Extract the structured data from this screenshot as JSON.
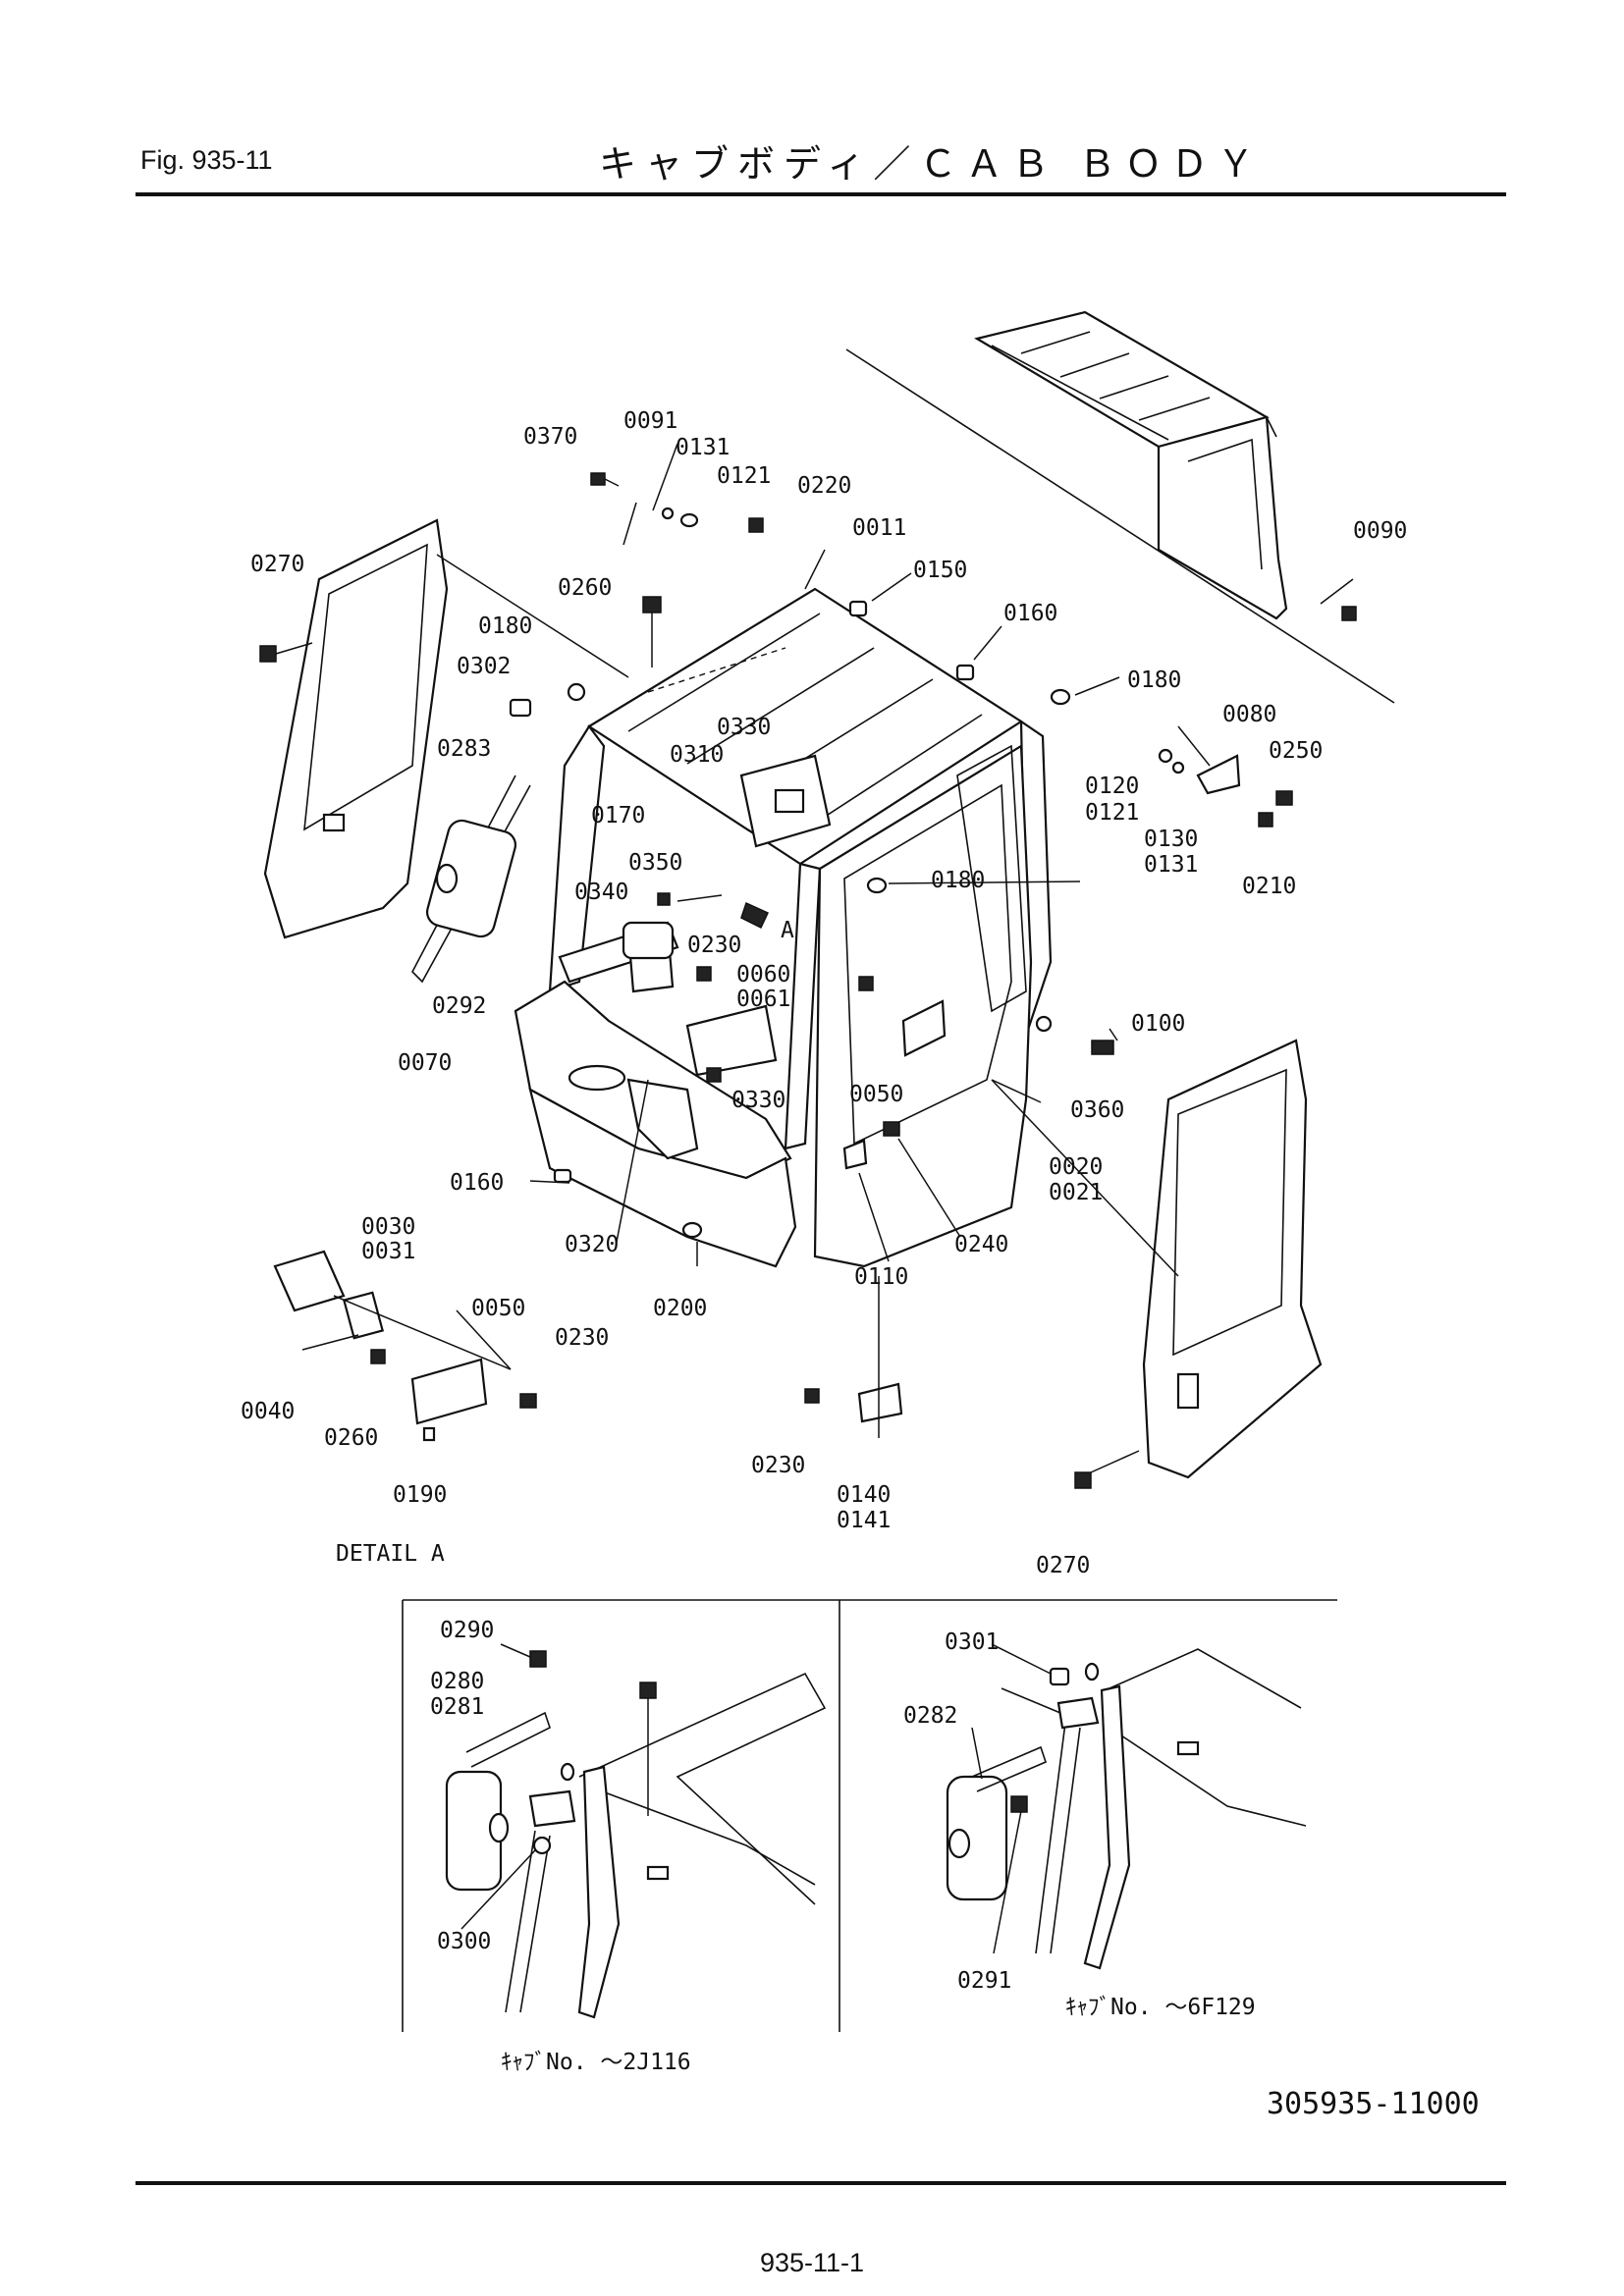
{
  "header": {
    "figure": "Fig.  935-11",
    "title": "キャブボディ／ＣＡＢ ＢＯＤＹ"
  },
  "footer": {
    "page": "935-11-1",
    "doc_number": "305935-11000"
  },
  "captions": {
    "detail": "DETAIL A",
    "view_arrow": "A",
    "left_inset": "ｷｬﾌﾞNo. ～2J116",
    "right_inset": "ｷｬﾌﾞNo. ～6F129"
  },
  "part_labels": [
    "0370",
    "0091",
    "0131",
    "0121",
    "0220",
    "0011",
    "0150",
    "0160",
    "0090",
    "0270",
    "0260",
    "0180",
    "0302",
    "0330",
    "0310",
    "0180",
    "0080",
    "0250",
    "0283",
    "0170",
    "0120",
    "0121",
    "0130",
    "0131",
    "0210",
    "0350",
    "0180",
    "0340",
    "0230",
    "0060",
    "0061",
    "0292",
    "0100",
    "0070",
    "0050",
    "0360",
    "0330",
    "0020",
    "0021",
    "0160",
    "0240",
    "0320",
    "0110",
    "0030",
    "0031",
    "0050",
    "0200",
    "0230",
    "0040",
    "0260",
    "0230",
    "0190",
    "0140",
    "0141",
    "0270",
    "0290",
    "0280",
    "0281",
    "0301",
    "0282",
    "0300",
    "0291"
  ]
}
